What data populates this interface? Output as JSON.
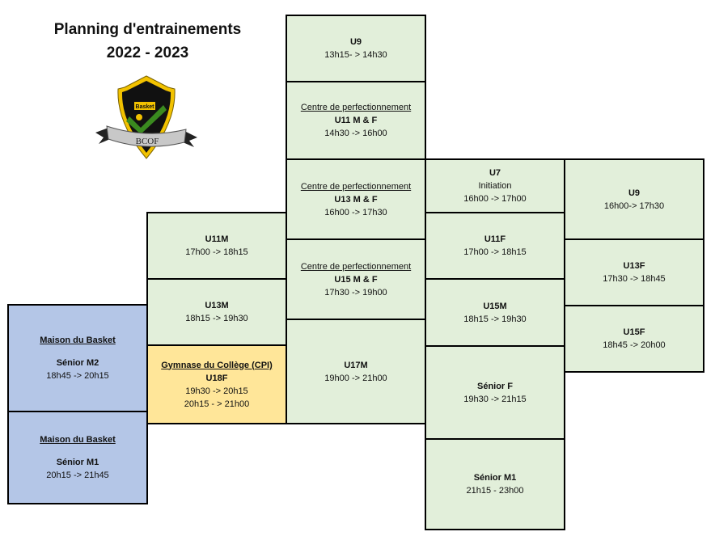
{
  "header": {
    "title_line1": "Planning d'entrainements",
    "title_line2": "2022 - 2023"
  },
  "logo": {
    "shield_text": "Basket",
    "banner_text": "BCOF",
    "colors": {
      "gold": "#f2c200",
      "green": "#3a8a1f",
      "black": "#111111",
      "silver": "#c8c8c8"
    }
  },
  "colors": {
    "green_cell": "#e2efda",
    "blue_cell": "#b4c6e7",
    "yellow_cell": "#ffe699"
  },
  "schedule": {
    "u9_a": {
      "category": "U9",
      "time": "13h15- > 14h30"
    },
    "u11mf": {
      "venue": "Centre de perfectionnement",
      "category": "U11 M & F",
      "time": "14h30 -> 16h00"
    },
    "u13mf": {
      "venue": "Centre de perfectionnement",
      "category": "U13 M & F",
      "time": "16h00 -> 17h30"
    },
    "u15mf": {
      "venue": "Centre de perfectionnement",
      "category": "U15 M & F",
      "time": "17h30 -> 19h00"
    },
    "u17m": {
      "category": "U17M",
      "time": "19h00 -> 21h00"
    },
    "u7": {
      "category": "U7",
      "note": "Initiation",
      "time": "16h00 -> 17h00"
    },
    "u11f": {
      "category": "U11F",
      "time": "17h00 -> 18h15"
    },
    "u15m": {
      "category": "U15M",
      "time": "18h15 -> 19h30"
    },
    "seniorf": {
      "category": "Sénior F",
      "time": "19h30 -> 21h15"
    },
    "seniorm1_c": {
      "category": "Sénior M1",
      "time": "21h15 - 23h00"
    },
    "u9_b": {
      "category": "U9",
      "time": "16h00-> 17h30"
    },
    "u13f": {
      "category": "U13F",
      "time": "17h30 -> 18h45"
    },
    "u15f": {
      "category": "U15F",
      "time": "18h45 -> 20h00"
    },
    "u11m": {
      "category": "U11M",
      "time": "17h00 -> 18h15"
    },
    "u13m": {
      "category": "U13M",
      "time": "18h15 -> 19h30"
    },
    "u18f": {
      "venue": "Gymnase du Collège (CPI)",
      "category": "U18F",
      "time1": "19h30 -> 20h15",
      "time2": "20h15 - > 21h00"
    },
    "seniorm2": {
      "venue": "Maison du Basket",
      "category": "Sénior M2",
      "time": "18h45 -> 20h15"
    },
    "seniorm1_a": {
      "venue": "Maison du Basket",
      "category": "Sénior M1",
      "time": "20h15 -> 21h45"
    }
  }
}
